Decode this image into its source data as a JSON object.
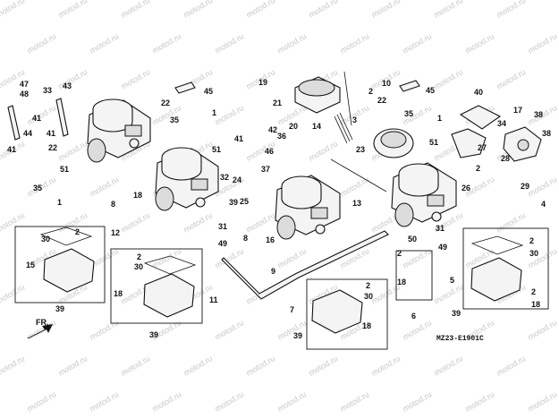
{
  "watermark": "motod.ru",
  "diagram_code": "MZ23-E1901C",
  "direction_label": "FR.",
  "callouts": {
    "c47": "47",
    "c48": "48",
    "c41a": "41",
    "c44": "44",
    "c22a": "22",
    "c35a": "35",
    "c33": "33",
    "c43": "43",
    "c41b": "41",
    "c41c": "41",
    "c51a": "51",
    "c1": "1",
    "c45a": "45",
    "c22b": "22",
    "c35b": "35",
    "c1b": "1",
    "c51b": "51",
    "c41d": "41",
    "c42": "42",
    "c20": "20",
    "c36": "36",
    "c46": "46",
    "c19": "19",
    "c21": "21",
    "c10": "10",
    "c2a": "2",
    "c22c": "22",
    "c45b": "45",
    "c37": "37",
    "c24": "24",
    "c40": "40",
    "c38": "38",
    "c34": "34",
    "c17": "17",
    "c38b": "38",
    "c28": "28",
    "c27": "27",
    "c14": "14",
    "c3": "3",
    "c23": "23",
    "c35c": "35",
    "c1c": "1",
    "c51c": "51",
    "c32": "32",
    "c39a": "39",
    "c25": "25",
    "c8a": "8",
    "c18a": "18",
    "c13": "13",
    "c26": "26",
    "c2b": "2",
    "c29": "29",
    "c4": "4",
    "c31a": "31",
    "c49a": "49",
    "c8b": "8",
    "c16": "16",
    "c50": "50",
    "c31b": "31",
    "c49b": "49",
    "c9": "9",
    "c12": "12",
    "c2c": "2",
    "c30a": "30",
    "c15": "15",
    "c39b": "39",
    "c2d": "2",
    "c30b": "30",
    "c11": "11",
    "c18b": "18",
    "c39c": "39",
    "c7": "7",
    "c2e": "2",
    "c30c": "30",
    "c18c": "18",
    "c39d": "39",
    "c2f": "2",
    "c18d": "18",
    "c6": "6",
    "c5": "5",
    "c2g": "2",
    "c30d": "30",
    "c2h": "2",
    "c18e": "18",
    "c39e": "39"
  }
}
